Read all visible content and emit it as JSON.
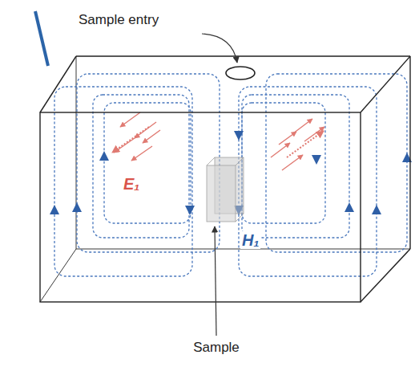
{
  "diagram": {
    "labels": [
      "Sample entry",
      "Sample",
      "E₁",
      "H₁"
    ]
  }
}
